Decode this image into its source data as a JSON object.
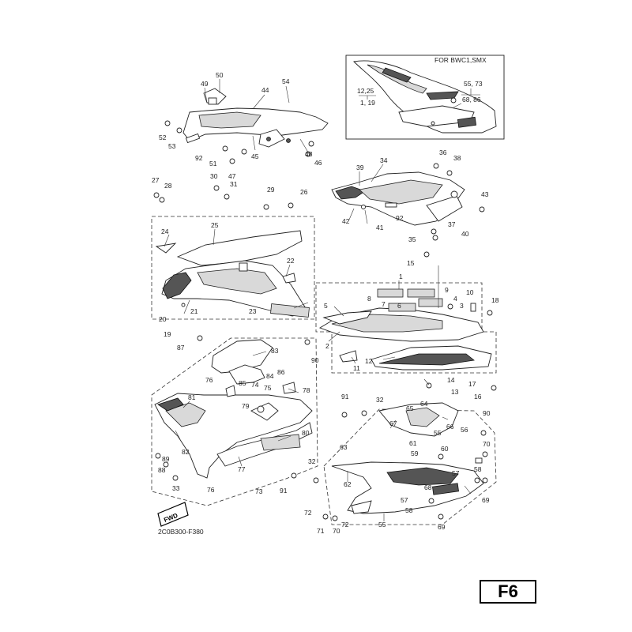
{
  "inset": {
    "title": "FOR BWC1,SMX",
    "labels": [
      "12,25",
      "1, 19",
      "55, 73",
      "68, 86"
    ]
  },
  "drawing_code": "2C0B300-F380",
  "fwd_label": "FWD",
  "page_label": "F6",
  "callouts": [
    "1",
    "2",
    "3",
    "4",
    "5",
    "6",
    "7",
    "8",
    "9",
    "10",
    "11",
    "12",
    "13",
    "14",
    "15",
    "16",
    "17",
    "18",
    "19",
    "20",
    "21",
    "22",
    "23",
    "24",
    "25",
    "26",
    "27",
    "28",
    "29",
    "30",
    "31",
    "32",
    "33",
    "34",
    "35",
    "36",
    "37",
    "38",
    "39",
    "40",
    "41",
    "42",
    "43",
    "44",
    "45",
    "46",
    "47",
    "48",
    "49",
    "50",
    "51",
    "52",
    "53",
    "54",
    "55",
    "56",
    "57",
    "58",
    "59",
    "60",
    "61",
    "62",
    "63",
    "64",
    "65",
    "66",
    "67",
    "68",
    "69",
    "70",
    "71",
    "72",
    "73",
    "74",
    "75",
    "76",
    "77",
    "78",
    "79",
    "80",
    "81",
    "82",
    "83",
    "84",
    "85",
    "86",
    "87",
    "88",
    "89",
    "90",
    "91",
    "92"
  ]
}
